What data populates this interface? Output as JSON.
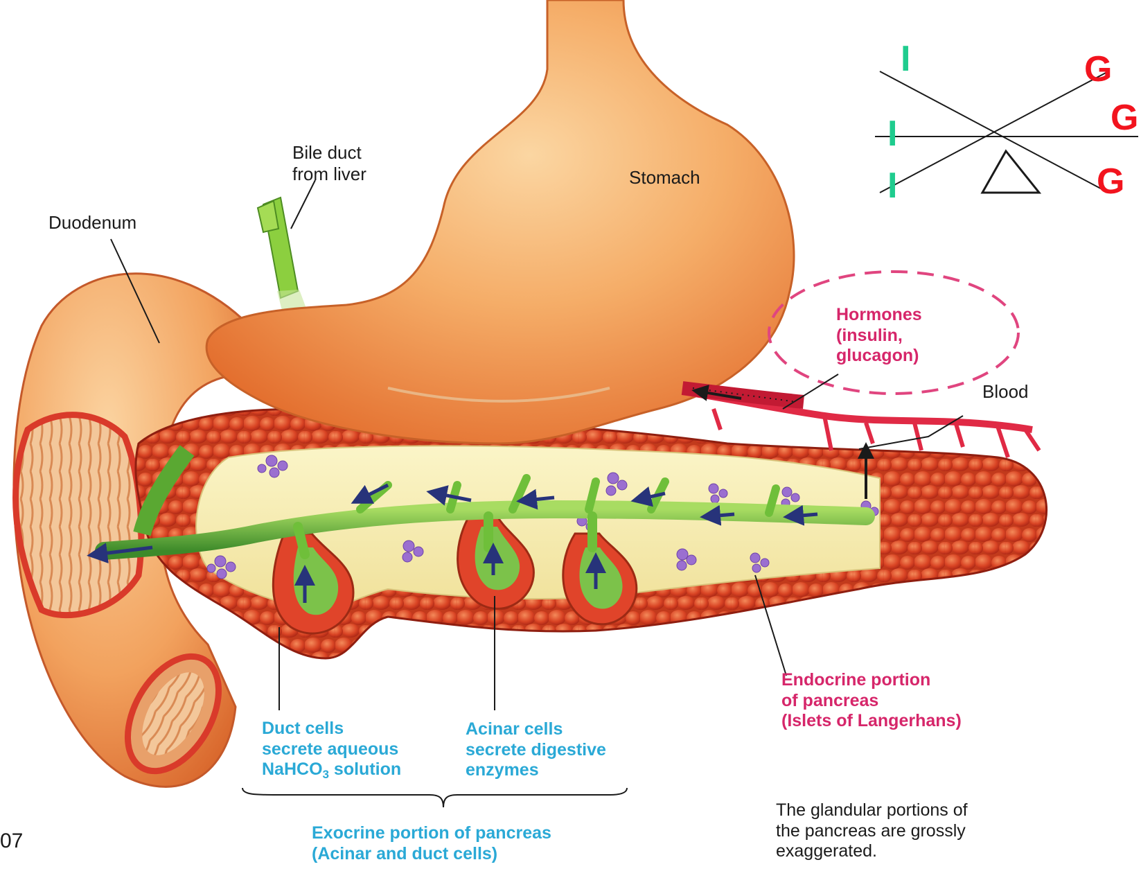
{
  "labels": {
    "bile_duct": [
      "Bile duct",
      "from liver"
    ],
    "stomach": "Stomach",
    "duodenum": "Duodenum",
    "hormones": [
      "Hormones",
      "(insulin,",
      "glucagon)"
    ],
    "blood": "Blood",
    "endocrine": [
      "Endocrine portion",
      "of pancreas",
      "(Islets of Langerhans)"
    ],
    "duct_cells": [
      "Duct cells",
      "secrete aqueous"
    ],
    "duct_cells_line3": {
      "pre": "NaHCO",
      "sub": "3",
      "post": " solution"
    },
    "acinar_cells": [
      "Acinar cells",
      "secrete digestive",
      "enzymes"
    ],
    "exocrine": [
      "Exocrine portion of pancreas",
      "(Acinar and duct cells)"
    ],
    "note": [
      "The glandular portions of",
      "the pancreas are grossly",
      "exaggerated."
    ],
    "page_fragment": "07"
  },
  "seesaw": {
    "left_letters": [
      "I",
      "I",
      "I"
    ],
    "right_letters": [
      "G",
      "G",
      "G"
    ]
  },
  "colors": {
    "seesaw_I": "#1fcc8e",
    "seesaw_G": "#f2141e",
    "endocrine_text": "#d6266a",
    "exocrine_text": "#2aa9d6",
    "hormone_oval": "#e0457f",
    "stomach": "#f2994f",
    "pancreas_lobules": "#de4a28",
    "duct": "#6fbf3a",
    "islets": "#9b6fd0",
    "blood_vessel": "#e02a45"
  }
}
